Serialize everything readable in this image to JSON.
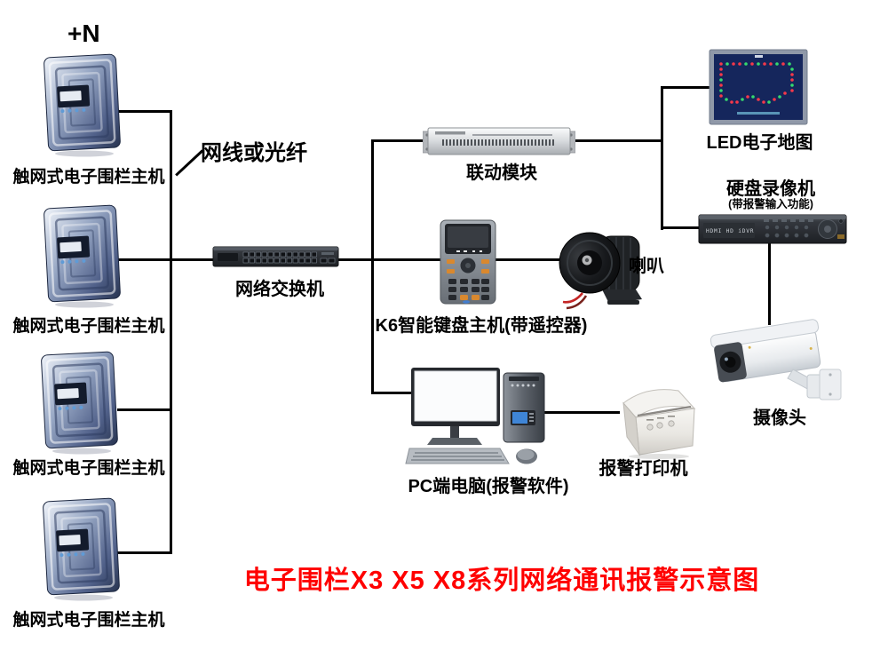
{
  "title": {
    "text": "电子围栏X3 X5 X8系列网络通讯报警示意图"
  },
  "annotations": {
    "plus_n": "+N",
    "cable": "网线或光纤"
  },
  "devices": {
    "fence_host": {
      "label": "触网式电子围栏主机"
    },
    "switch": {
      "label": "网络交换机"
    },
    "linkage_module": {
      "label": "联动模块"
    },
    "led_map": {
      "label": "LED电子地图"
    },
    "dvr": {
      "label": "硬盘录像机",
      "sublabel": "(带报警输入功能)",
      "front_text": "HDMI HD iDVR"
    },
    "keypad": {
      "label": "K6智能键盘主机(带遥控器)"
    },
    "speaker": {
      "label": "喇叭"
    },
    "camera": {
      "label": "摄像头"
    },
    "pc": {
      "label": "PC端电脑(报警软件)"
    },
    "printer": {
      "label": "报警打印机"
    }
  },
  "colors": {
    "background": "#ffffff",
    "wire": "#000000",
    "title": "#ff0000",
    "led_red": "#f5384a",
    "led_green": "#35d96e"
  }
}
